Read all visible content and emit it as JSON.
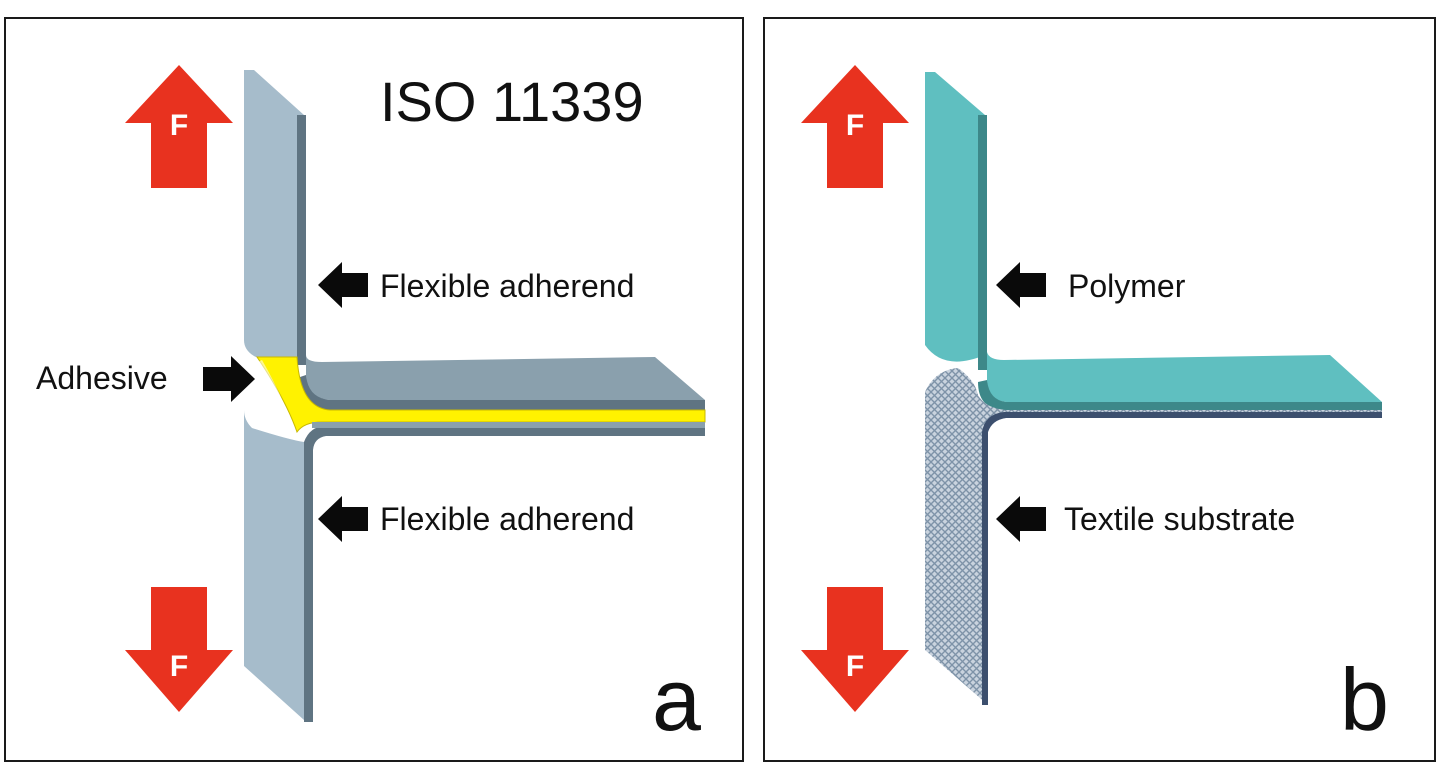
{
  "panel_a": {
    "standard": "ISO 11339",
    "label_upper_adherend": "Flexible adherend",
    "label_lower_adherend": "Flexible adherend",
    "label_adhesive": "Adhesive",
    "force_top": "F",
    "force_bottom": "F",
    "panel_letter": "a"
  },
  "panel_b": {
    "label_polymer": "Polymer",
    "label_substrate": "Textile substrate",
    "force_top": "F",
    "force_bottom": "F",
    "panel_letter": "b"
  },
  "colors": {
    "force_arrow": "#e8321f",
    "pointer_arrow": "#0a0a0a",
    "adherend_face": "#a6bccb",
    "adherend_edge": "#5f7482",
    "adherend_top": "#8aa0ad",
    "adhesive": "#fff200",
    "polymer_face": "#5fbfc0",
    "polymer_edge": "#3d8889",
    "textile_mesh": "#7e93a8",
    "textile_edge": "#3c4f6e",
    "frame": "#1a1a1a"
  }
}
